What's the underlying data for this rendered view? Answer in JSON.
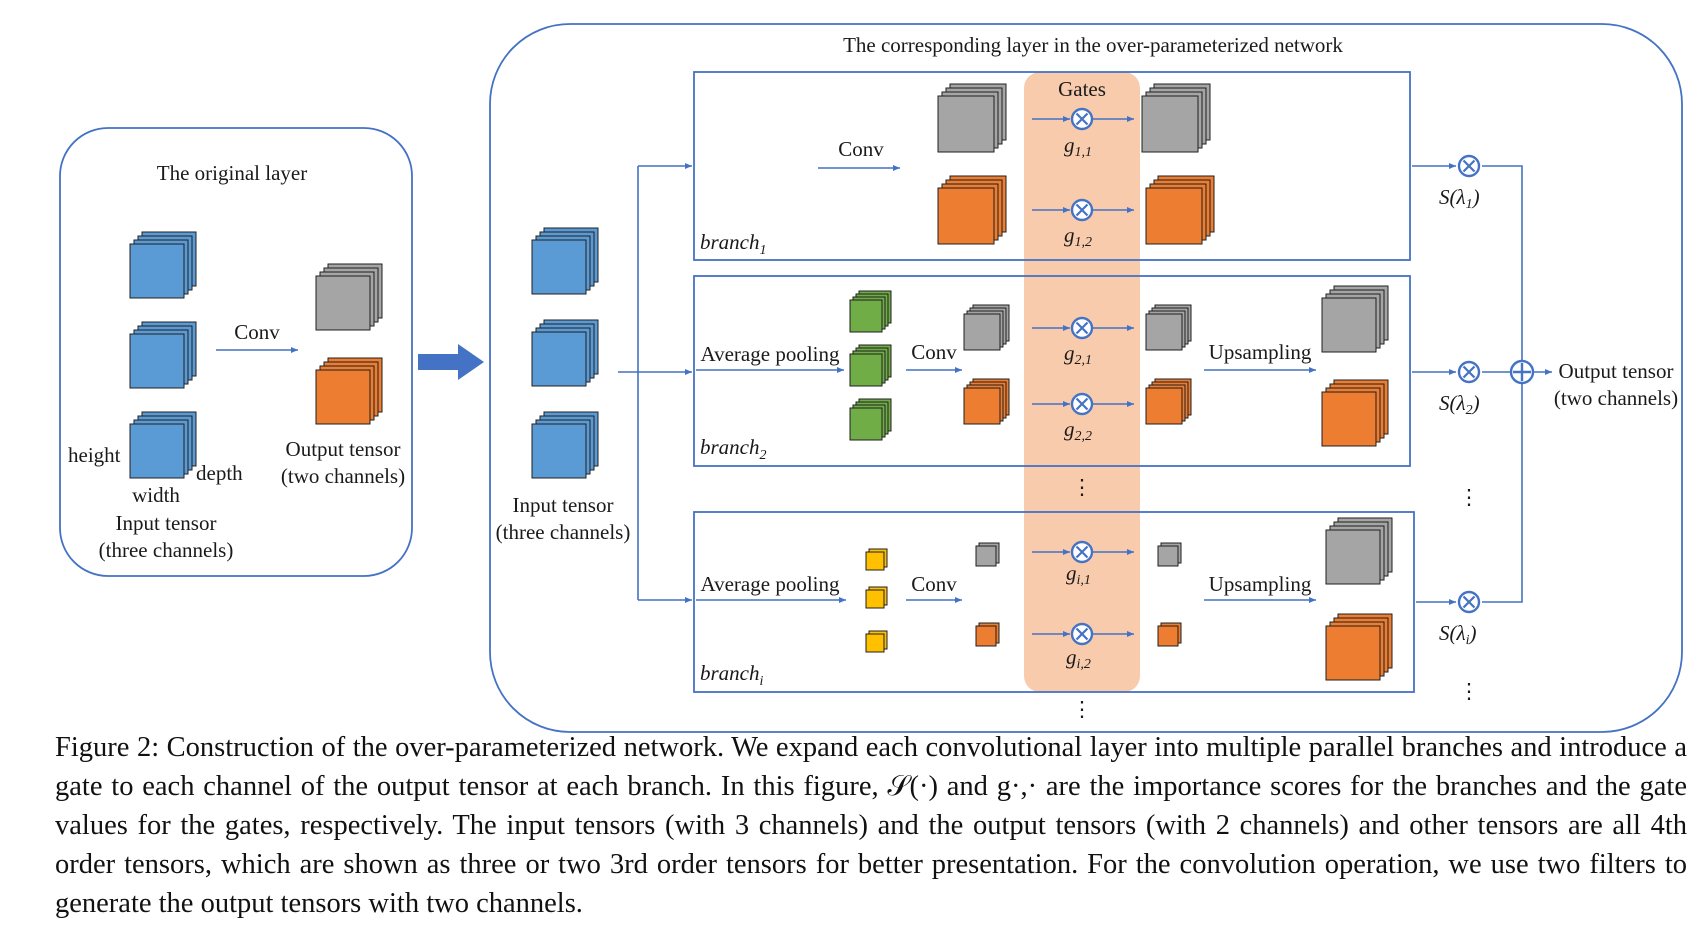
{
  "original_layer": {
    "title": "The original layer",
    "conv": "Conv",
    "height": "height",
    "width": "width",
    "depth": "depth",
    "input_label_1": "Input tensor",
    "input_label_2": "(three channels)",
    "output_label_1": "Output tensor",
    "output_label_2": "(two channels)"
  },
  "overparam": {
    "title": "The corresponding layer in the over-parameterized network",
    "gates": "Gates",
    "input_label_1": "Input tensor",
    "input_label_2": "(three channels)",
    "output_label_1": "Output tensor",
    "output_label_2": "(two channels)",
    "conv": "Conv",
    "avg_pool": "Average pooling",
    "upsampling": "Upsampling",
    "dots": "⋮",
    "branches": [
      {
        "name": "branch",
        "sub": "1",
        "score": "S(λ",
        "score_sub": "1",
        "gate1": "g",
        "gate1_sub": "1,1",
        "gate2": "g",
        "gate2_sub": "1,2"
      },
      {
        "name": "branch",
        "sub": "2",
        "score": "S(λ",
        "score_sub": "2",
        "gate1": "g",
        "gate1_sub": "2,1",
        "gate2": "g",
        "gate2_sub": "2,2"
      },
      {
        "name": "branch",
        "sub": "i",
        "score": "S(λ",
        "score_sub": "i",
        "gate1": "g",
        "gate1_sub": "i,1",
        "gate2": "g",
        "gate2_sub": "i,2"
      }
    ]
  },
  "colors": {
    "blue": "#5b9bd5",
    "gray": "#a5a5a5",
    "orange": "#ed7d31",
    "green": "#70ad47",
    "yellow": "#ffc000",
    "line": "#4472c4",
    "gate_band": "#f8cbad"
  },
  "caption": "Figure 2: Construction of the over-parameterized network. We expand each convolutional layer into multiple parallel branches and introduce a gate to each channel of the output tensor at each branch. In this figure, 𝒮(·) and g·,· are the importance scores for the branches and the gate values for the gates, respectively. The input tensors (with 3 channels) and the output tensors (with 2 channels) and other tensors are all 4th order tensors, which are shown as three or two 3rd order tensors for better presentation. For the convolution operation, we use two filters to generate the output tensors with two channels."
}
